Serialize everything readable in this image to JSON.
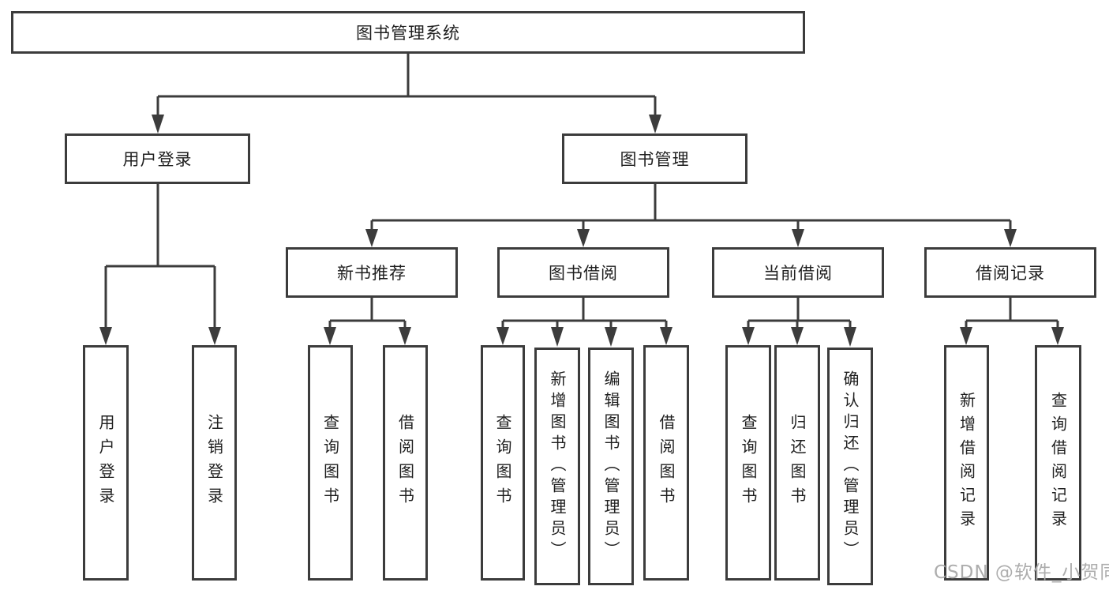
{
  "diagram": {
    "root": {
      "label": "图书管理系统"
    },
    "user_login": {
      "label": "用户登录",
      "leaves": [
        "用户登录",
        "注销登录"
      ]
    },
    "book_management": {
      "label": "图书管理",
      "sections": [
        {
          "label": "新书推荐",
          "leaves": [
            "查询图书",
            "借阅图书"
          ]
        },
        {
          "label": "图书借阅",
          "leaves": [
            "查询图书",
            "新增图书（管理员）",
            "编辑图书（管理员）",
            "借阅图书"
          ]
        },
        {
          "label": "当前借阅",
          "leaves": [
            "查询图书",
            "归还图书",
            "确认归还（管理员）"
          ]
        },
        {
          "label": "借阅记录",
          "leaves": [
            "新增借阅记录",
            "查询借阅记录"
          ]
        }
      ]
    },
    "colors": {
      "line": "#3c3c3c",
      "text": "#1f1f1f",
      "watermark": "#adadad",
      "background": "#ffffff"
    }
  },
  "watermark": {
    "text": "CSDN @软件_小贺同学"
  }
}
